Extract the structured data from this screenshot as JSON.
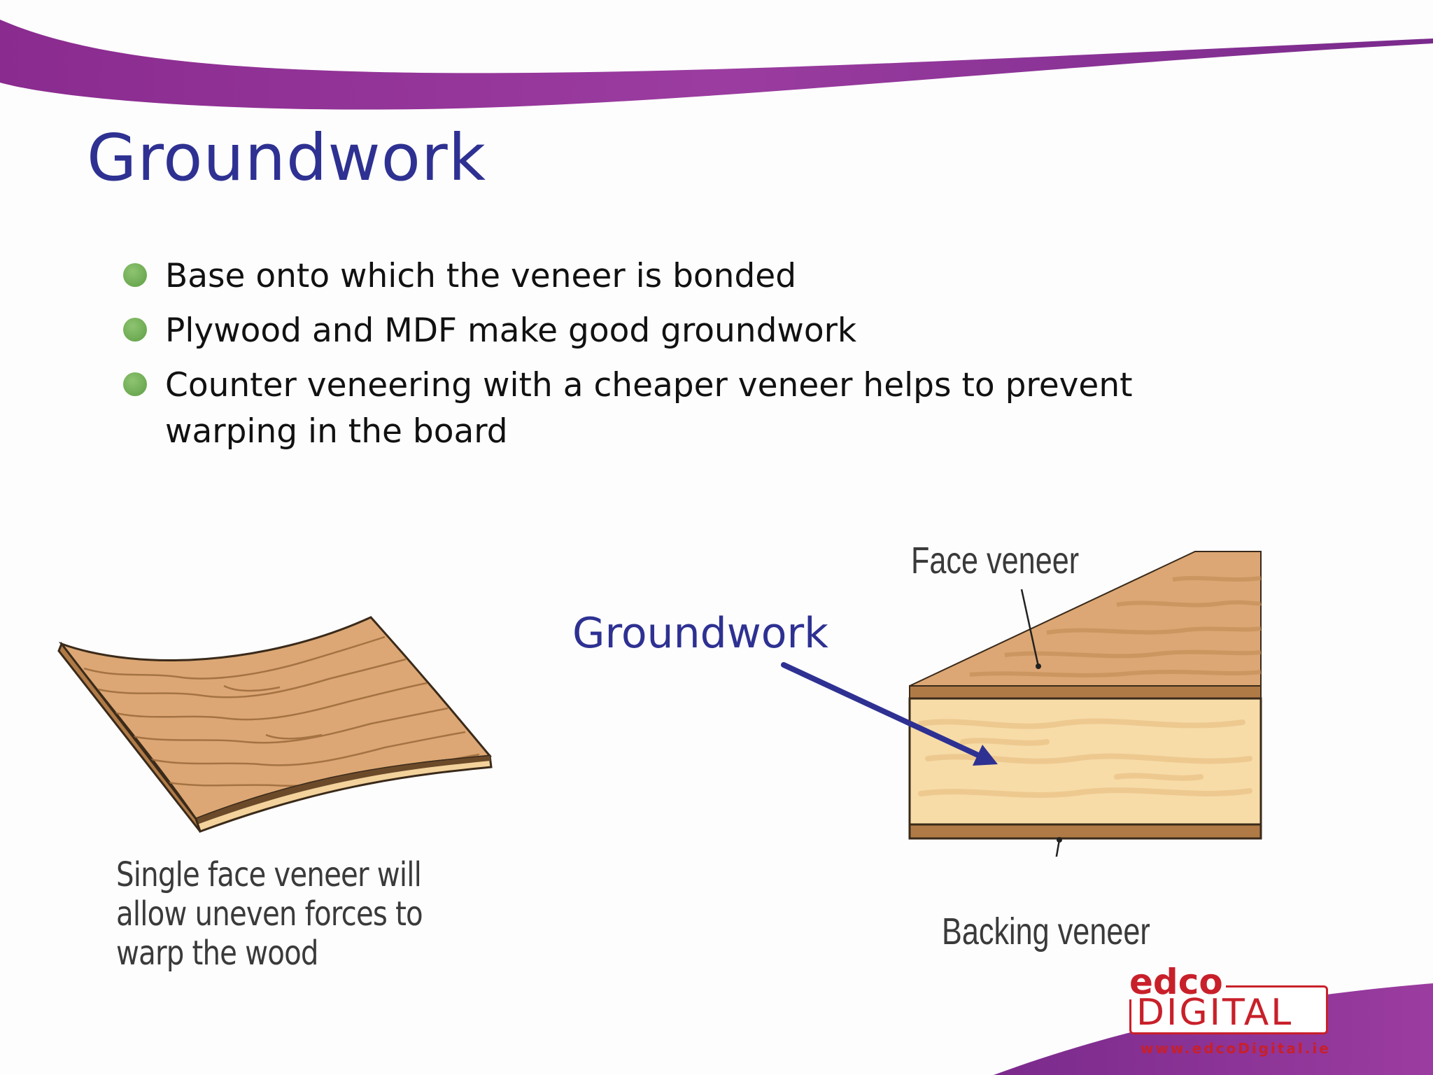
{
  "slide": {
    "title": "Groundwork",
    "bullets": [
      "Base onto which the veneer is bonded",
      "Plywood and MDF make good groundwork",
      "Counter veneering with a cheaper veneer helps to prevent warping in the board"
    ]
  },
  "left_figure": {
    "caption_lines": [
      "Single face veneer will",
      "allow uneven forces to",
      "warp the wood"
    ]
  },
  "right_figure": {
    "face_label": "Face veneer",
    "backing_label": "Backing veneer",
    "groundwork_label": "Groundwork"
  },
  "logo": {
    "line1": "edco",
    "line2": "DIGITAL",
    "url": "www.edcoDigital.ie"
  },
  "colors": {
    "accent_purple": "#8e2e91",
    "title_blue": "#2e3192",
    "bullet_green": "#6aa84f",
    "logo_red": "#c8202a",
    "wood_face": "#dca774",
    "wood_core": "#f7dca8",
    "wood_edge": "#b07a46"
  }
}
